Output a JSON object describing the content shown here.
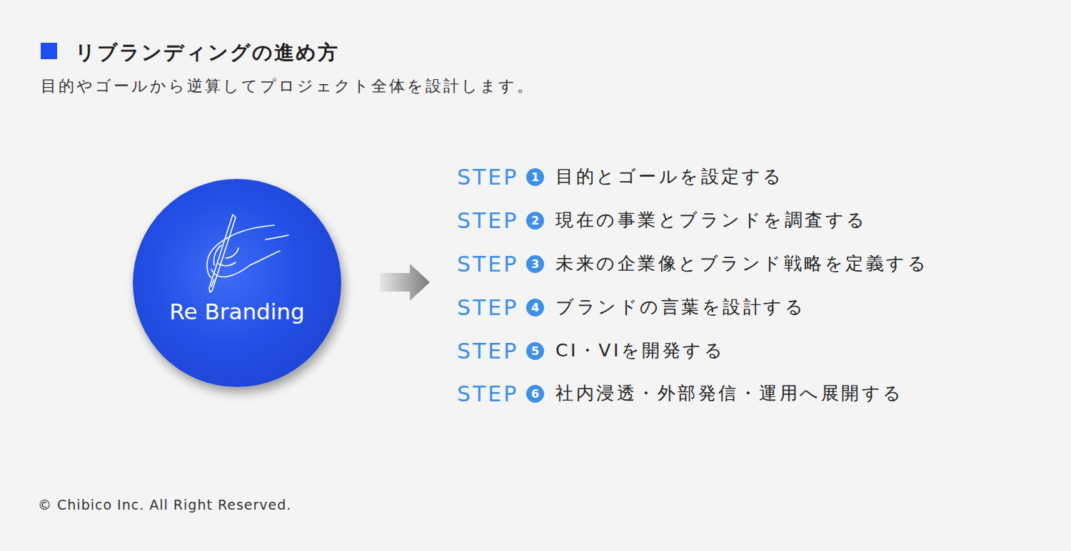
{
  "diagram": {
    "title": "リブランディングの進め方",
    "caption": "目的やゴールから逆算してプロジェクト全体を設計します。",
    "nodes": [
      {
        "text": [
          "Re Branding"
        ]
      }
    ],
    "labels": [
      "STEP",
      "1",
      "目的とゴールを設定する",
      "STEP",
      "2",
      "現在の事業とブランドを調査する",
      "STEP",
      "3",
      "未来の企業像とブランド戦略を定義する",
      "STEP",
      "4",
      "ブランドの言葉を設計する",
      "STEP",
      "5",
      "CI・VIを開発する",
      "STEP",
      "6",
      "社内浸透・外部発信・運用へ展開する",
      "© Chibico Inc. All Right Reserved."
    ]
  }
}
